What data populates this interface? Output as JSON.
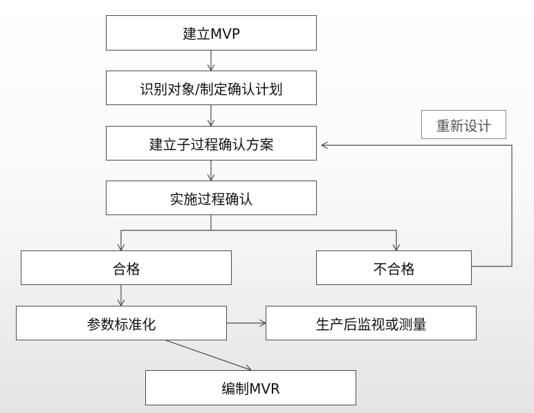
{
  "nodes": {
    "establish_mvp": "建立MVP",
    "identify_plan": "识别对象/制定确认计划",
    "subprocess_scheme": "建立子过程确认方案",
    "implement": "实施过程确认",
    "pass": "合格",
    "fail": "不合格",
    "standardize": "参数标准化",
    "monitor": "生产后监视或测量",
    "compile_mvr": "编制MVR"
  },
  "annotations": {
    "redesign": "重新设计"
  },
  "colors": {
    "line": "#4a4a4a",
    "box_border": "#4a4a4a"
  }
}
